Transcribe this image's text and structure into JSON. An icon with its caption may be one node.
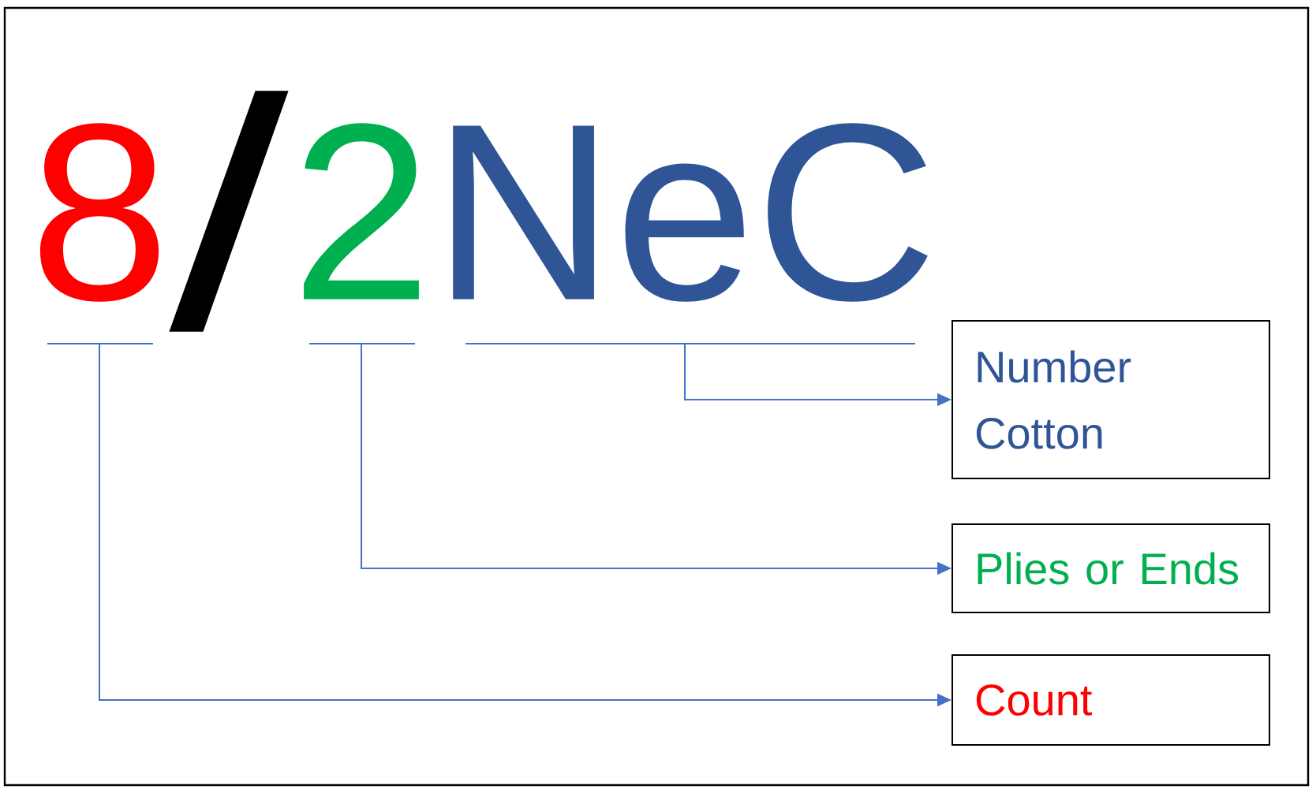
{
  "diagram": {
    "nodes": [
      {
        "text": [
          "8"
        ]
      },
      {
        "text": [
          "2"
        ]
      },
      {
        "text": [
          "NeC"
        ]
      },
      {
        "text": [
          "Number Cotton"
        ]
      },
      {
        "text": [
          "Plies or Ends"
        ]
      },
      {
        "text": [
          "Count"
        ]
      }
    ],
    "edges": [
      {
        "from": 2,
        "to": 3,
        "arrow": "to"
      },
      {
        "from": 1,
        "to": 4,
        "arrow": "to"
      },
      {
        "from": 0,
        "to": 5,
        "arrow": "to"
      }
    ],
    "labels": [
      "/"
    ]
  }
}
